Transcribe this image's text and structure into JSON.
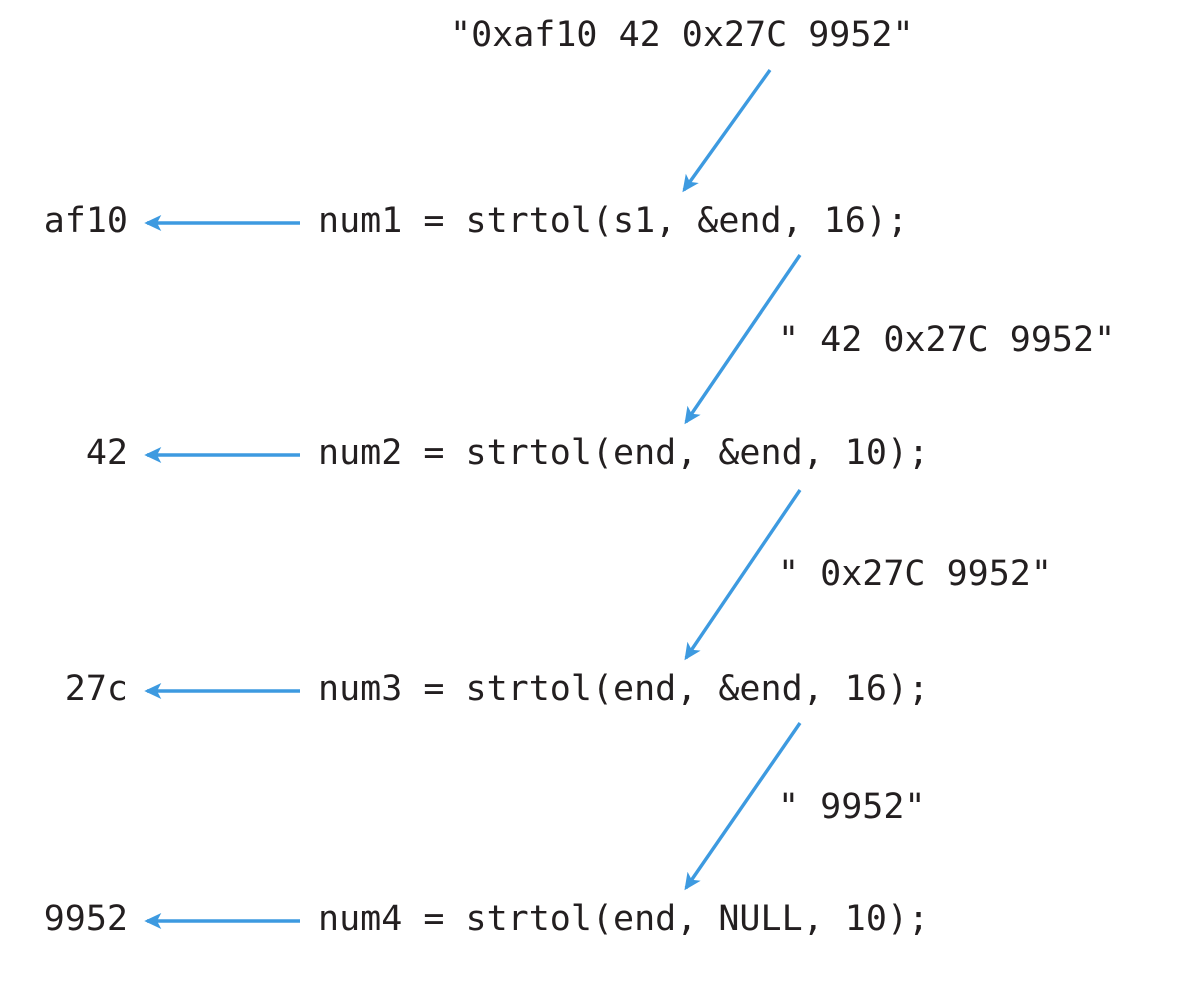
{
  "diagram": {
    "title_string": "\"0xaf10 42 0x27C 9952\"",
    "accent_color": "#3d9ae0",
    "text_color": "#231f20",
    "background_color": "#ffffff",
    "steps": [
      {
        "result": "af10",
        "code": "num1 = strtol(s1, &end, 16);",
        "remaining_string": "\" 42 0x27C 9952\""
      },
      {
        "result": "42",
        "code": "num2 = strtol(end, &end, 10);",
        "remaining_string": "\" 0x27C 9952\""
      },
      {
        "result": "27c",
        "code": "num3 = strtol(end, &end, 16);",
        "remaining_string": "\" 9952\""
      },
      {
        "result": "9952",
        "code": "num4 = strtol(end, NULL, 10);",
        "remaining_string": null
      }
    ]
  }
}
